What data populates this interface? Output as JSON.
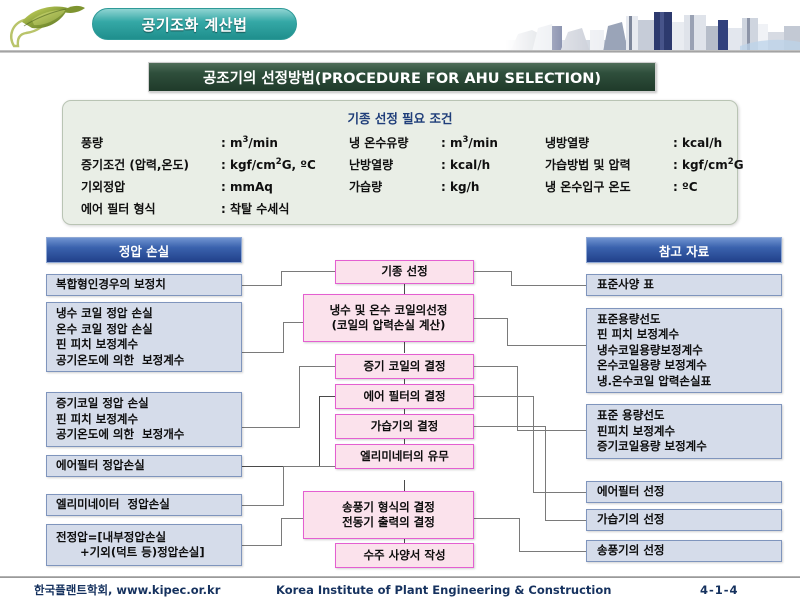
{
  "header": {
    "pill_title": "공기조화 계산법",
    "logo_icon": "leaf-logo",
    "skyline_icon": "city-skyline-image"
  },
  "section_title": "공조기의 선정방법(PROCEDURE FOR AHU SELECTION)",
  "info_box": {
    "heading": "기종 선정 필요 조건",
    "rows": [
      {
        "c1": "풍량",
        "c2": ": m³/min",
        "c3": "냉 온수유량",
        "c4": ": m³/min",
        "c5": "냉방열량",
        "c6": ": kcal/h"
      },
      {
        "c1": "증기조건 (압력,온도)",
        "c2": ": kgf/cm²G, ºC",
        "c3": "난방열량",
        "c4": ": kcal/h",
        "c5": "가습방법 및 압력",
        "c6": ": kgf/cm²G"
      },
      {
        "c1": "기외정압",
        "c2": ": mmAq",
        "c3": "가습량",
        "c4": ": kg/h",
        "c5": "냉 온수입구 온도",
        "c6": ": ºC"
      },
      {
        "c1": "에어 필터 형식",
        "c2": ": 착탈 수세식",
        "c3": "",
        "c4": "",
        "c5": "",
        "c6": ""
      }
    ]
  },
  "left_column": {
    "header": "정압 손실",
    "items": [
      {
        "lines": [
          "복합형인경우의 보정치"
        ]
      },
      {
        "lines": [
          "냉수 코일 정압 손실",
          "온수 코일 정압 손실",
          "핀 피치 보정계수",
          "공기온도에 의한  보정계수"
        ]
      },
      {
        "lines": [
          "증기코일 정압 손실",
          "핀 피치 보정계수",
          "공기온도에 의한  보정개수"
        ]
      },
      {
        "lines": [
          "에어필터 정압손실"
        ]
      },
      {
        "lines": [
          "엘리미네이터  정압손실"
        ]
      },
      {
        "lines": [
          "전정압=[내부정압손실",
          "      +기외(덕트 등)정압손실]"
        ]
      }
    ]
  },
  "center_column": {
    "items": [
      {
        "lines": [
          "기종 선정"
        ]
      },
      {
        "lines": [
          "냉수 및 온수 코일의선정",
          "(코일의 압력손실 계산)"
        ]
      },
      {
        "lines": [
          "증기 코일의 결정"
        ]
      },
      {
        "lines": [
          "에어 필터의 결정"
        ]
      },
      {
        "lines": [
          "가습기의 결정"
        ]
      },
      {
        "lines": [
          "엘리미네터의 유무"
        ]
      },
      {
        "lines": [
          "송풍기 형식의 결정",
          "전동기 출력의 결정"
        ]
      },
      {
        "lines": [
          "수주 사양서 작성"
        ]
      }
    ]
  },
  "right_column": {
    "header": "참고 자료",
    "items": [
      {
        "lines": [
          "표준사양 표"
        ]
      },
      {
        "lines": [
          "표준용량선도",
          "핀 피치 보정계수",
          "냉수코일용량보정계수",
          "온수코일용량 보정계수",
          "냉.온수코일 압력손실표"
        ]
      },
      {
        "lines": [
          "표준 용량선도",
          "핀피치 보정계수",
          "증기코일용량 보정계수"
        ]
      },
      {
        "lines": [
          "에어필터 선정"
        ]
      },
      {
        "lines": [
          "가습기의 선정"
        ]
      },
      {
        "lines": [
          "송풍기의 선정"
        ]
      }
    ]
  },
  "footer": {
    "korean": "한국플랜트학회, www.kipec.or.kr",
    "english": "Korea Institute of Plant Engineering & Construction",
    "page": "4-1-4"
  },
  "colors": {
    "pill": "#2e9a98",
    "section_title": "#1f3a2a",
    "info_bg": "#e9eee6",
    "info_heading": "#1f3e7a",
    "col_header": "#21408a",
    "side_box": "#d5dcea",
    "side_border": "#7f95bd",
    "center_box": "#fbe2ec",
    "center_border": "#e45fd1",
    "connector": "#7a7a7a",
    "footer_text": "#15315e"
  }
}
